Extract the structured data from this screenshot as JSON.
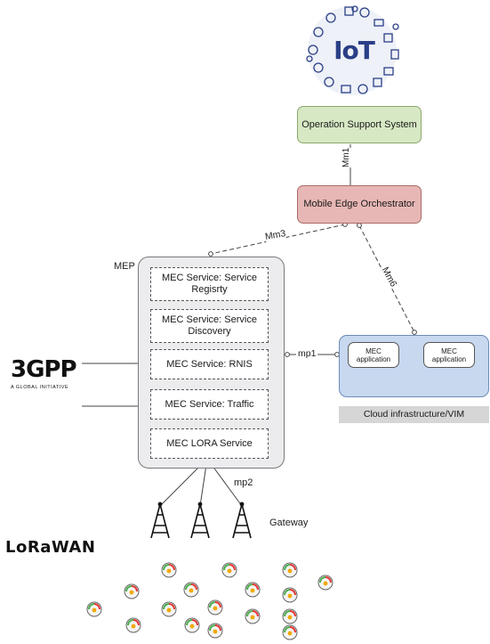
{
  "iot": {
    "logo_text": "IoT"
  },
  "oss": {
    "label": "Operation Support System"
  },
  "orchestrator": {
    "label": "Mobile Edge Orchestrator"
  },
  "interfaces": {
    "mm1": "Mm1",
    "mm3": "Mm3",
    "mm6": "Mm6",
    "mp1": "mp1",
    "mp2": "mp2"
  },
  "mep": {
    "label": "MEP",
    "services": [
      "MEC Service: Service Regisrty",
      "MEC Service: Service Discovery",
      "MEC Service: RNIS",
      "MEC Service: Traffic",
      "MEC LORA Service"
    ]
  },
  "cloud": {
    "apps": [
      "MEC application",
      "MEC application"
    ],
    "label": "Cloud infrastructure/VIM"
  },
  "threegpp": {
    "logo_text": "3GPP",
    "tagline": "A GLOBAL INITIATIVE"
  },
  "gateway": {
    "label": "Gateway"
  },
  "lorawan": {
    "logo_text": "LoRaWAN"
  },
  "colors": {
    "oss": "#d7e8c4",
    "orchestrator": "#e7b7b5",
    "mep": "#ececef",
    "cloud": "#c7d8ef",
    "iot_blue": "#2a3f86"
  }
}
